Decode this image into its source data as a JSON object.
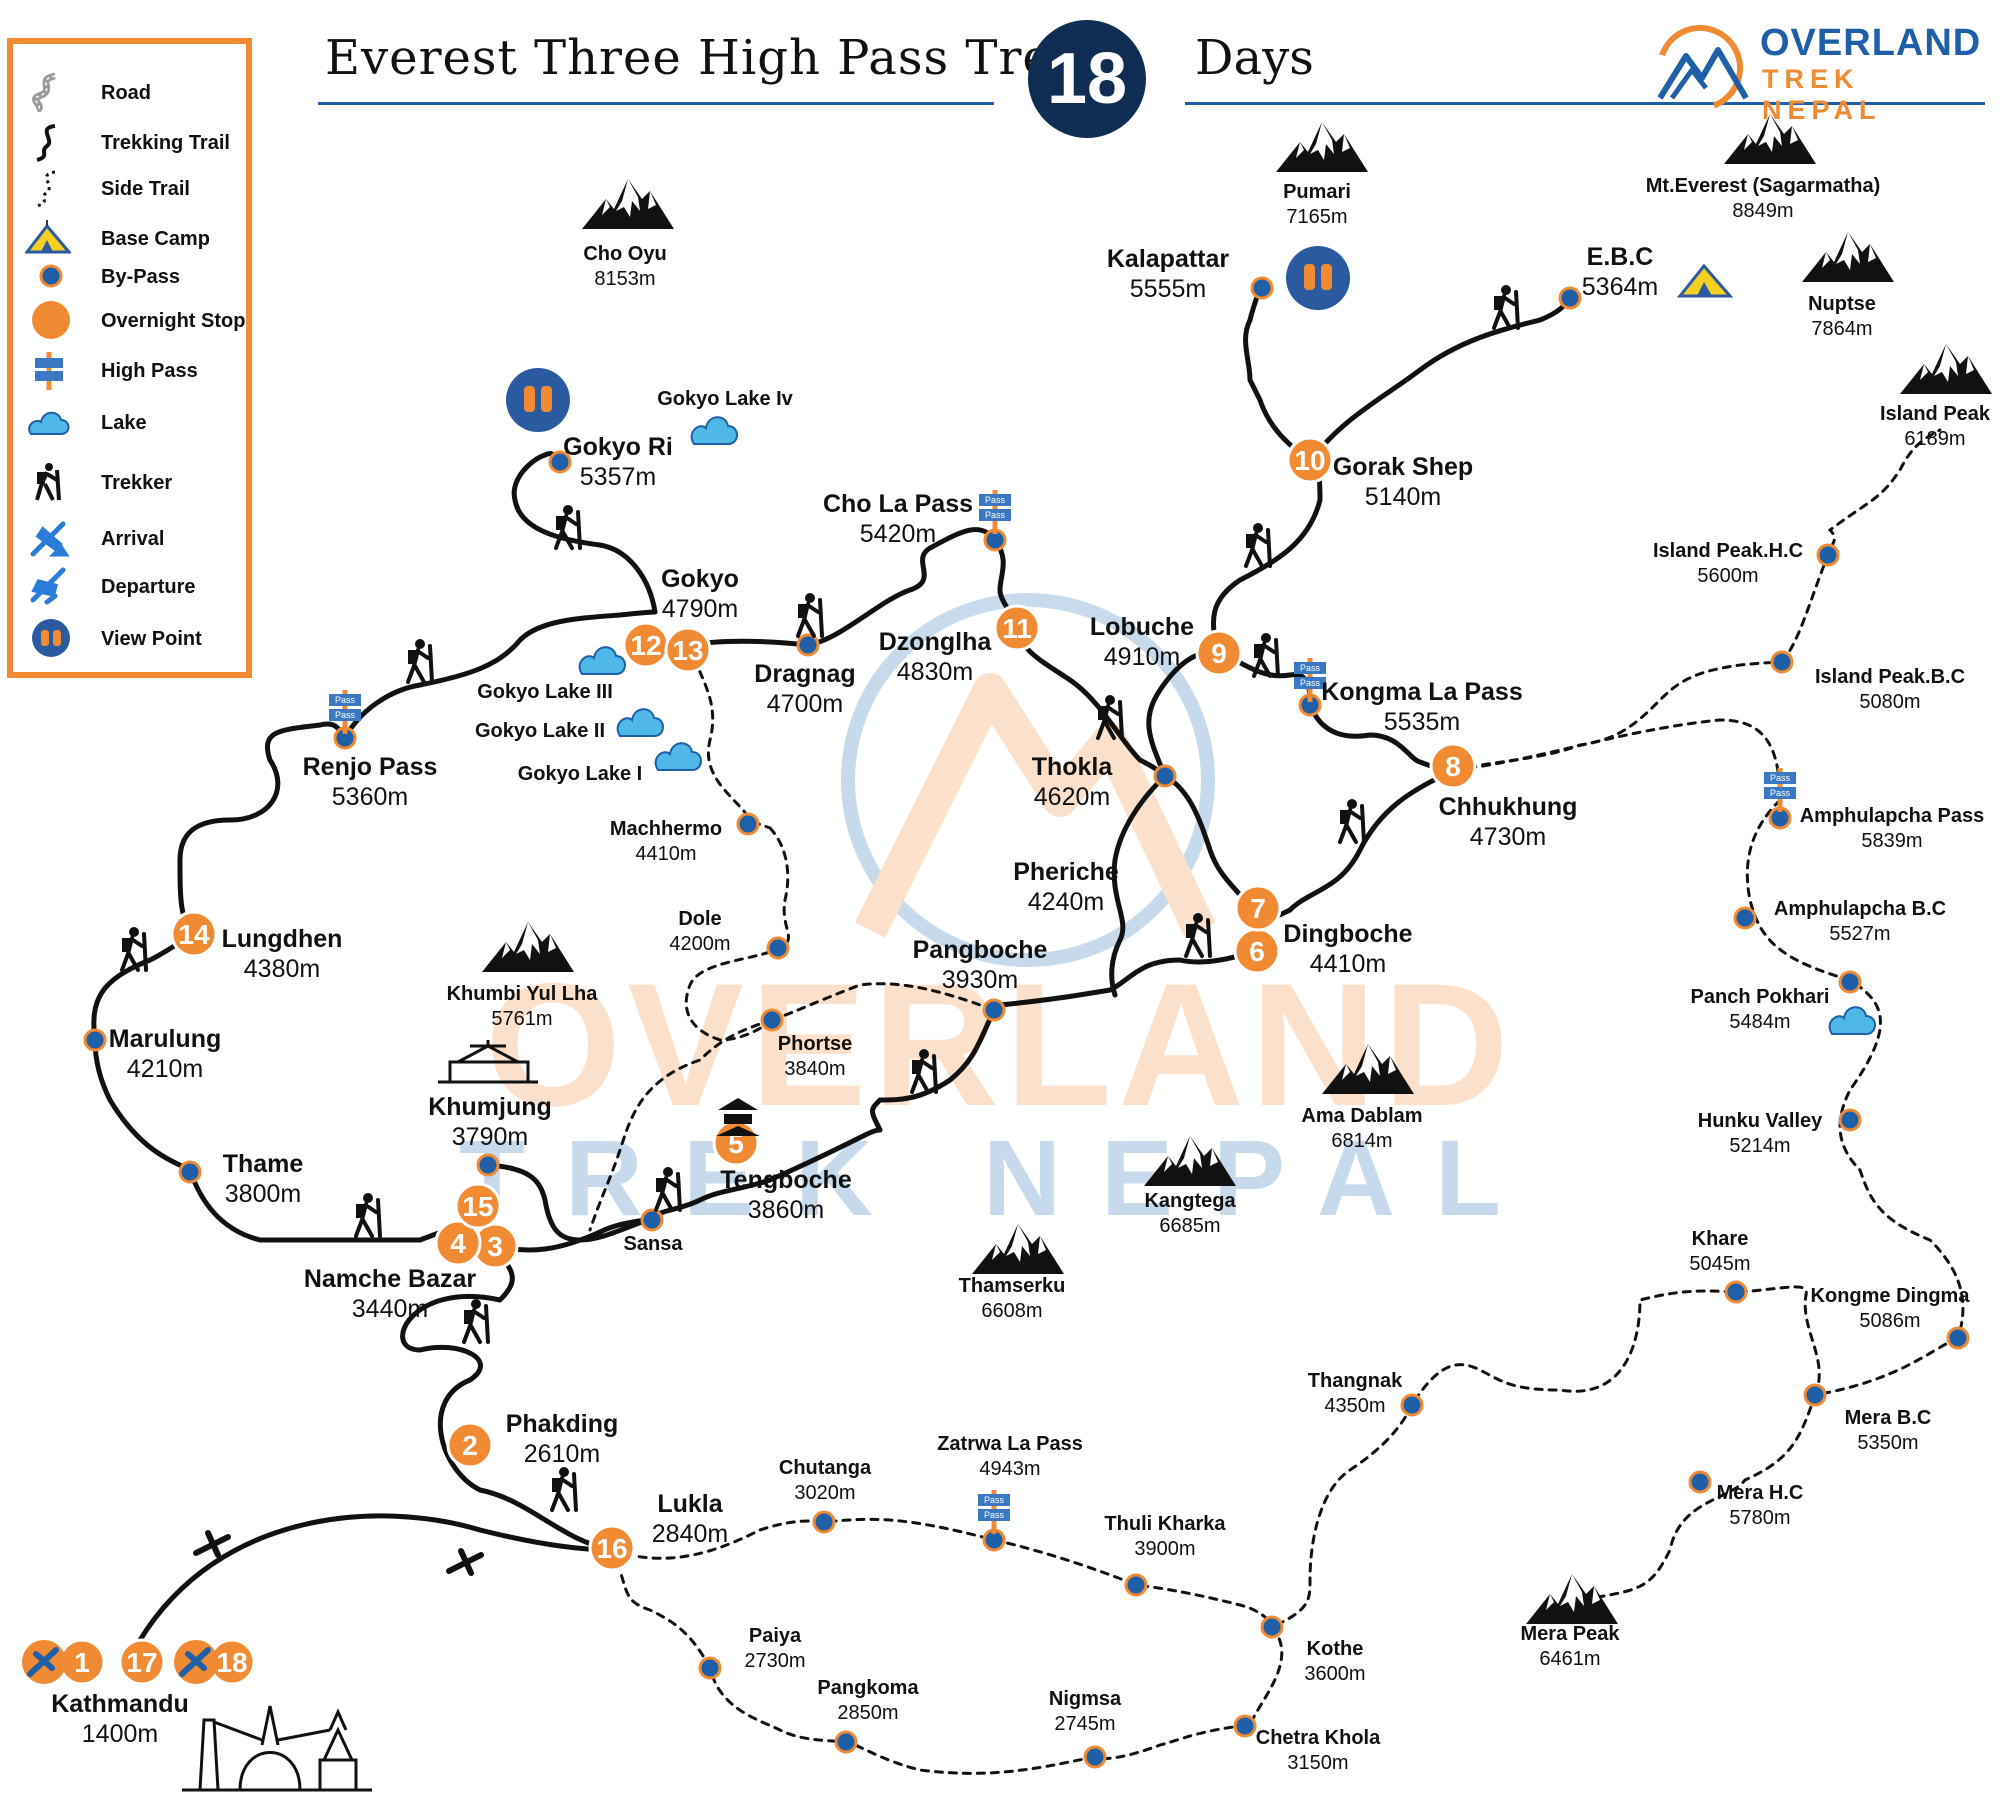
{
  "title": "Everest Three High Pass Trek",
  "days_count": "18",
  "days_word": "Days",
  "brand": {
    "line1": "OVERLAND",
    "line2": "TREK NEPAL"
  },
  "watermark": {
    "line1": "OVERLAND",
    "line2": "TREK NEPAL"
  },
  "colors": {
    "orange": "#f08a33",
    "blue": "#1f5fa8",
    "navy": "#0f2d52",
    "trail": "#111111",
    "lake": "#4fb8e8",
    "pass_sign": "#3a78c2"
  },
  "legend": [
    {
      "icon": "road-icon",
      "label": "Road"
    },
    {
      "icon": "trekking-trail-icon",
      "label": "Trekking Trail"
    },
    {
      "icon": "side-trail-icon",
      "label": "Side Trail"
    },
    {
      "icon": "base-camp-tent-icon",
      "label": "Base  Camp"
    },
    {
      "icon": "by-pass-dot-icon",
      "label": "By-Pass"
    },
    {
      "icon": "overnight-stop-icon",
      "label": "Overnight Stop"
    },
    {
      "icon": "high-pass-sign-icon",
      "label": "High Pass"
    },
    {
      "icon": "lake-icon",
      "label": "Lake"
    },
    {
      "icon": "trekker-icon",
      "label": "Trekker"
    },
    {
      "icon": "arrival-plane-icon",
      "label": "Arrival"
    },
    {
      "icon": "departure-plane-icon",
      "label": "Departure"
    },
    {
      "icon": "view-point-icon",
      "label": "View Point"
    }
  ],
  "pass_sign_text": "Pass",
  "overnight_stops": [
    {
      "day": "1"
    },
    {
      "day": "17"
    },
    {
      "day": "18"
    },
    {
      "day": "2"
    },
    {
      "day": "3"
    },
    {
      "day": "4"
    },
    {
      "day": "15"
    },
    {
      "day": "5"
    },
    {
      "day": "6"
    },
    {
      "day": "7"
    },
    {
      "day": "8"
    },
    {
      "day": "9"
    },
    {
      "day": "10"
    },
    {
      "day": "11"
    },
    {
      "day": "12"
    },
    {
      "day": "13"
    },
    {
      "day": "14"
    },
    {
      "day": "16"
    }
  ],
  "places": [
    {
      "name": "Kathmandu",
      "alt": "1400m"
    },
    {
      "name": "Lukla",
      "alt": "2840m"
    },
    {
      "name": "Phakding",
      "alt": "2610m"
    },
    {
      "name": "Namche Bazar",
      "alt": "3440m"
    },
    {
      "name": "Thame",
      "alt": "3800m"
    },
    {
      "name": "Marulung",
      "alt": "4210m"
    },
    {
      "name": "Lungdhen",
      "alt": "4380m"
    },
    {
      "name": "Renjo Pass",
      "alt": "5360m"
    },
    {
      "name": "Gokyo",
      "alt": "4790m"
    },
    {
      "name": "Gokyo Ri",
      "alt": "5357m"
    },
    {
      "name": "Dragnag",
      "alt": "4700m"
    },
    {
      "name": "Cho La Pass",
      "alt": "5420m"
    },
    {
      "name": "Dzonglha",
      "alt": "4830m"
    },
    {
      "name": "Thokla",
      "alt": "4620m"
    },
    {
      "name": "Pheriche",
      "alt": "4240m"
    },
    {
      "name": "Lobuche",
      "alt": "4910m"
    },
    {
      "name": "Gorak Shep",
      "alt": "5140m"
    },
    {
      "name": "Kalapattar",
      "alt": "5555m"
    },
    {
      "name": "E.B.C",
      "alt": "5364m"
    },
    {
      "name": "Kongma La Pass",
      "alt": "5535m"
    },
    {
      "name": "Chhukhung",
      "alt": "4730m"
    },
    {
      "name": "Dingboche",
      "alt": "4410m"
    },
    {
      "name": "Pangboche",
      "alt": "3930m"
    },
    {
      "name": "Tengboche",
      "alt": "3860m"
    },
    {
      "name": "Khumjung",
      "alt": "3790m"
    }
  ],
  "small_places": [
    {
      "name": "Sansa",
      "alt": ""
    },
    {
      "name": "Phortse",
      "alt": "3840m"
    },
    {
      "name": "Dole",
      "alt": "4200m"
    },
    {
      "name": "Machhermo",
      "alt": "4410m"
    },
    {
      "name": "Gokyo Lake  III",
      "alt": ""
    },
    {
      "name": "Gokyo Lake  II",
      "alt": ""
    },
    {
      "name": "Gokyo Lake I",
      "alt": ""
    },
    {
      "name": "Gokyo Lake Iv",
      "alt": ""
    },
    {
      "name": "Island Peak.H.C",
      "alt": "5600m"
    },
    {
      "name": "Island Peak.B.C",
      "alt": "5080m"
    },
    {
      "name": "Amphulapcha Pass",
      "alt": "5839m"
    },
    {
      "name": "Amphulapcha B.C",
      "alt": "5527m"
    },
    {
      "name": "Panch Pokhari",
      "alt": "5484m"
    },
    {
      "name": "Hunku Valley",
      "alt": "5214m"
    },
    {
      "name": "Khare",
      "alt": "5045m"
    },
    {
      "name": "Kongme Dingma",
      "alt": "5086m"
    },
    {
      "name": "Thangnak",
      "alt": "4350m"
    },
    {
      "name": "Mera B.C",
      "alt": "5350m"
    },
    {
      "name": "Mera H.C",
      "alt": "5780m"
    },
    {
      "name": "Zatrwa La Pass",
      "alt": "4943m"
    },
    {
      "name": "Chutanga",
      "alt": "3020m"
    },
    {
      "name": "Thuli Kharka",
      "alt": "3900m"
    },
    {
      "name": "Kothe",
      "alt": "3600m"
    },
    {
      "name": "Chetra Khola",
      "alt": "3150m"
    },
    {
      "name": "Nigmsa",
      "alt": "2745m"
    },
    {
      "name": "Pangkoma",
      "alt": "2850m"
    },
    {
      "name": "Paiya",
      "alt": "2730m"
    }
  ],
  "peaks": [
    {
      "name": "Cho Oyu",
      "alt": "8153m"
    },
    {
      "name": "Pumari",
      "alt": "7165m"
    },
    {
      "name": "Mt.Everest (Sagarmatha)",
      "alt": "8849m"
    },
    {
      "name": "Nuptse",
      "alt": "7864m"
    },
    {
      "name": "Island Peak",
      "alt": "6189m"
    },
    {
      "name": "Khumbi Yul Lha",
      "alt": "5761m"
    },
    {
      "name": "Ama Dablam",
      "alt": "6814m"
    },
    {
      "name": "Kangtega",
      "alt": "6685m"
    },
    {
      "name": "Thamserku",
      "alt": "6608m"
    },
    {
      "name": "Mera Peak",
      "alt": "6461m"
    }
  ]
}
